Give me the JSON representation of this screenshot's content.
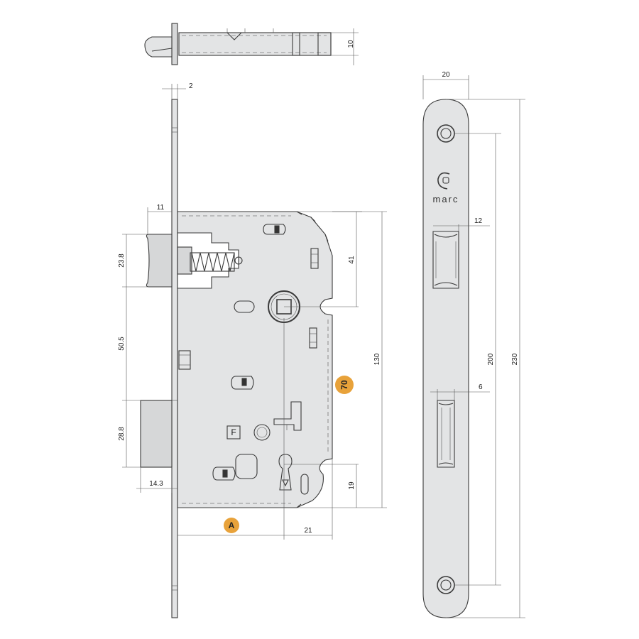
{
  "brand": {
    "logo_text": "marc"
  },
  "badges": {
    "backset_label": "A",
    "center_label": "70",
    "color": "#e8a23a"
  },
  "dimensions": {
    "top_thickness": "10",
    "faceplate_thickness": "2",
    "latch_projection": "11",
    "latch_height": "23.8",
    "latch_to_bolt_gap": "50.5",
    "bolt_height": "28.8",
    "bolt_projection": "14.3",
    "follower_from_top": "41",
    "case_height": "130",
    "keyhole_from_bottom": "19",
    "keyhole_offset": "21",
    "strike_width": "20",
    "strike_latch_depth": "12",
    "strike_bolt_depth": "6",
    "strike_hole_spacing": "200",
    "strike_height": "230"
  },
  "labels": {
    "case_marking": "F"
  },
  "colors": {
    "part_fill": "#e3e4e5",
    "outline": "#3a3a3a",
    "accent": "#e8a23a"
  }
}
